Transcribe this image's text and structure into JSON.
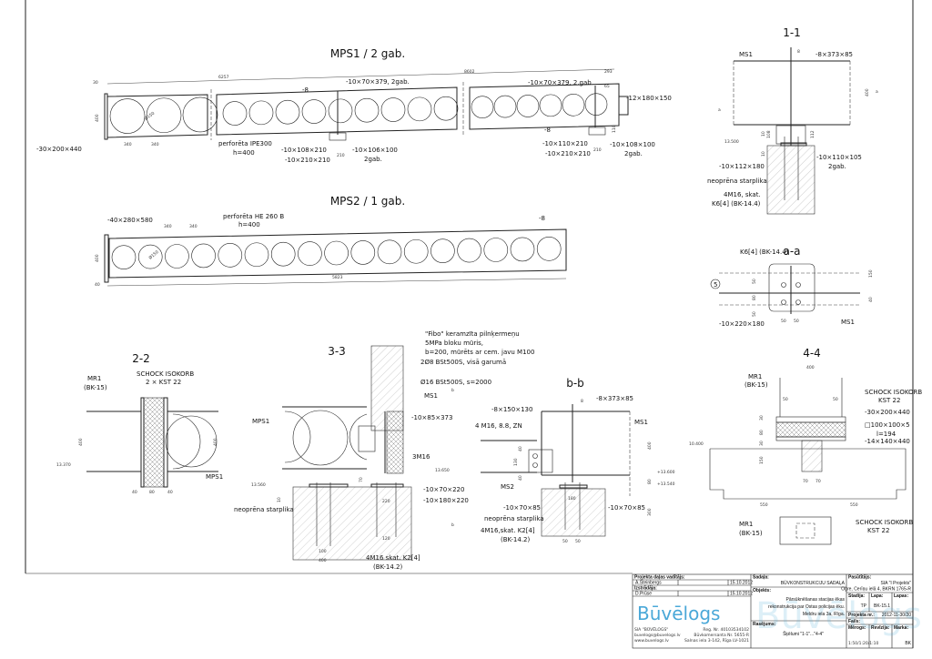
{
  "drawing": {
    "mps1": {
      "title": "MPS1 / 2 gab.",
      "labels": [
        "-30×200×440",
        "perforēta IPE300",
        "h=400",
        "-8",
        "-10×70×379, 2gab.",
        "-10×108×210",
        "-10×210×210",
        "-10×106×100",
        "2gab.",
        "-10×70×379, 2.gab",
        "-12×180×150",
        "-8",
        "-10×110×210",
        "-10×210×210",
        "-10×108×100",
        "2gab."
      ],
      "dims": [
        "30",
        "6257",
        "8602",
        "293",
        "65",
        "400",
        "340",
        "340",
        "Ø150",
        "210",
        "210",
        "110"
      ]
    },
    "mps2": {
      "title": "MPS2 / 1 gab.",
      "labels": [
        "-40×280×580",
        "perforēta HE 260 B",
        "h=400",
        "-8"
      ],
      "dims": [
        "340",
        "340",
        "400",
        "Ø150",
        "40",
        "5823"
      ]
    },
    "section_1_1": {
      "title": "1-1",
      "labels": [
        "MS1",
        "-8×373×85",
        "-10×112×180",
        "neoprēna starplika",
        "4M16, skat.",
        "K6[4] (BK-14.4)",
        "-10×110×105",
        "2gab.",
        "a",
        "a"
      ],
      "dims": [
        "8",
        "400",
        "10",
        "108",
        "112",
        "10",
        "13.500"
      ]
    },
    "section_a_a": {
      "title": "a-a",
      "labels": [
        "K6[4] (BK-14.4)",
        "5",
        "-10×220×180",
        "MS1"
      ],
      "dims": [
        "150",
        "40",
        "50",
        "50",
        "50",
        "50",
        "80"
      ]
    },
    "section_2_2": {
      "title": "2-2",
      "labels": [
        "MR1",
        "(BK-15)",
        "SCHOCK ISOKORB",
        "2 × KST 22",
        "MPS1"
      ],
      "dims": [
        "400",
        "400",
        "40",
        "80",
        "40",
        "13.370"
      ]
    },
    "section_3_3": {
      "title": "3-3",
      "labels": [
        "\"Fibo\" keramzīta pilnķermeņu",
        "5MPa bloku mūris,",
        "b=200, mūrēts ar cem. javu M100",
        "2Ø8 BSt500S, visā garumā",
        "Ø16 BSt500S, s=2000",
        "MS1",
        "-10×85×373",
        "MPS1",
        "3M16",
        "-10×70×220",
        "-10×180×220",
        "neoprēna starplika",
        "4M16 skat. K2[4]",
        "(BK-14.2)",
        "b",
        "b"
      ],
      "dims": [
        "13.560",
        "13.650",
        "220",
        "120",
        "100",
        "400",
        "70",
        "10"
      ]
    },
    "section_b_b": {
      "title": "b-b",
      "labels": [
        "-8×150×130",
        "4 M16, 8.8, ZN",
        "-8×373×85",
        "MS1",
        "MS2",
        "-10×70×85",
        "-10×70×85",
        "neoprēna starplika",
        "4M16,skat. K2[4]",
        "(BK-14.2)"
      ],
      "dims": [
        "8",
        "400",
        "80",
        "300",
        "+13.600",
        "+13.540",
        "180",
        "50",
        "50",
        "130",
        "40",
        "40"
      ]
    },
    "section_4_4": {
      "title": "4-4",
      "labels": [
        "MR1",
        "(BK-15)",
        "SCHOCK ISOKORB",
        "KST 22",
        "-30×200×440",
        "□100×100×5",
        "l=194",
        "-14×140×440",
        "MR1",
        "(BK-15)",
        "SCHOCK ISOKORB",
        "KST 22"
      ],
      "dims": [
        "400",
        "50",
        "50",
        "30",
        "80",
        "30",
        "150",
        "70",
        "70",
        "550",
        "550",
        "10.400"
      ]
    }
  },
  "title_block": {
    "project_manager_label": "Projekta daļas vadītājs:",
    "project_manager": "A.Šteinbergs",
    "project_manager_date": "15.10.2012",
    "designer_label": "Izstrādāja:",
    "designer": "D.Prūse",
    "designer_date": "15.10.2012",
    "company_name": "SIA \"BŪVĒLOGS\"",
    "company_email": "buvelogs@buvelogs.lv",
    "company_web": "www.buvelogs.lv",
    "company_reg": "Reg. Nr. 40103534102",
    "company_cert": "Būvkomersanta Nr. 5655-R",
    "company_address": "Salnas iela 3-142, Rīga LV-1021",
    "logo_text": "Būvēlogs",
    "section_label": "Sadaļa:",
    "section_value": "BŪVKONSTRUKCIJU SADAĻA",
    "object_label": "Objekts:",
    "object_line1": "Pārsūknēšanas stacijas ēkas",
    "object_line2": "rekonstrukcija par Ostas policijas ēku.",
    "object_line3": "Meldru iela 3a, Rīga.",
    "drawing_label": "Rasējums:",
    "drawing_value": "Šķēlumi \"1-1\"...\"4-4\"",
    "client_label": "Pasūtītājs:",
    "client_name": "SIA \"I Projekts\"",
    "client_address": "Ogre, Cerīņu ielā 4, BKRN 1765-R",
    "stage_label": "Stadija:",
    "stage_value": "TP",
    "sheet_label": "Lapa:",
    "sheet_value": "BK-15.1",
    "sheets_label": "Lapas:",
    "sheets_value": "",
    "project_no_label": "Projekta nr.:",
    "project_no_value": "2012-11-30/20",
    "file_label": "Fails:",
    "file_value": "",
    "scale_label": "Mērogs:",
    "scale_value": "1:50/1:20/1:10",
    "revision_label": "Revīzija:",
    "revision_value": "",
    "mark_label": "Marka:",
    "mark_value": "BK"
  }
}
